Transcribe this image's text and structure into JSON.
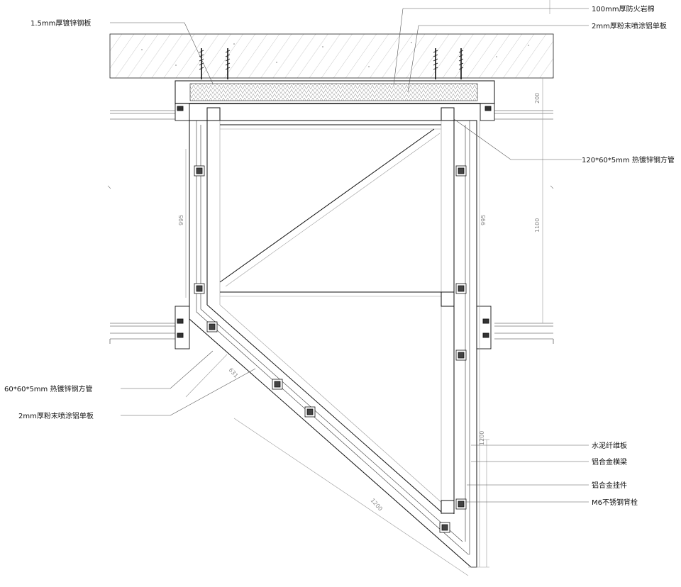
{
  "labels": {
    "rock_wool": "100mm厚防火岩棉",
    "galv_steel_plate": "1.5mm厚镀锌钢板",
    "al_panel_top": "2mm厚粉末喷涂铝单板",
    "tube_120": "120*60*5mm 热镀锌钢方管",
    "tube_60": "60*60*5mm 热镀锌钢方管",
    "al_panel_left": "2mm厚粉末喷涂铝单板",
    "cement_board": "水泥纤维板",
    "al_beam": "铝合金横梁",
    "al_hanger": "铝合金挂件",
    "m6_bolt": "M6不锈钢背栓"
  },
  "dimensions": {
    "d200": "200",
    "d995_left": "995",
    "d995_right": "995",
    "d1100": "1100",
    "d1200_right": "1200",
    "d1200_diag": "1200",
    "d631": "631"
  }
}
